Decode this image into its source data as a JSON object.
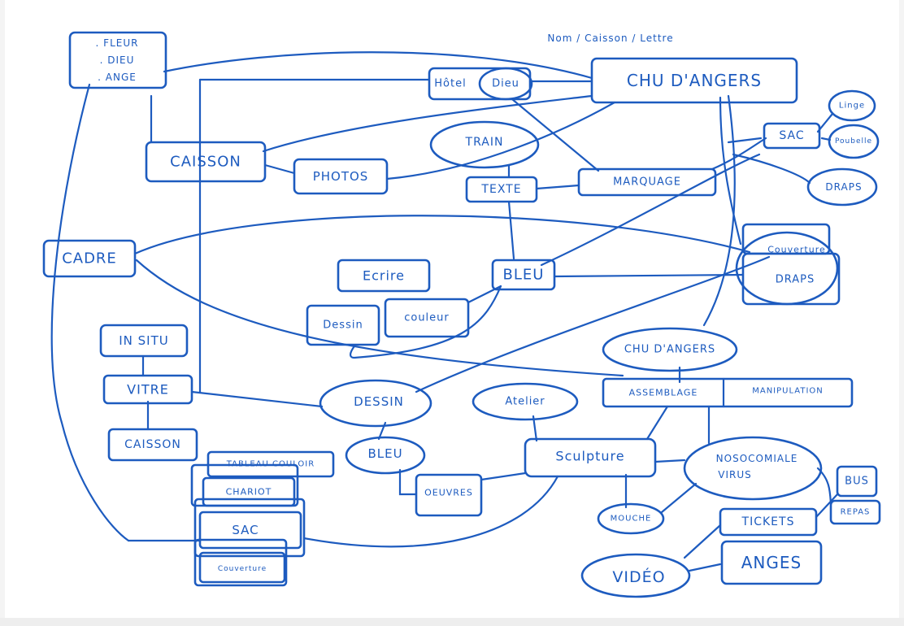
{
  "colors": {
    "ink": "#1d5bbf",
    "paper": "#ffffff"
  },
  "header_note": "Nom / Caisson / Lettre",
  "nodes": {
    "fleur_dieu_ange": {
      "lines": [
        ". FLEUR",
        ". DIEU",
        ". ANGE"
      ]
    },
    "chu_angers": "CHU D'ANGERS",
    "hotel_dieu_a": "Hôtel",
    "hotel_dieu_b": "Dieu",
    "caisson_top": "CAISSON",
    "photos": "PHOTOS",
    "train": "TRAIN",
    "texte": "TEXTE",
    "marquage": "MARQUAGE",
    "sac_right": "SAC",
    "linge": "Linge",
    "poubelle": "Poubelle",
    "draps_right": "DRAPS",
    "cadre": "CADRE",
    "couverture_right": "Couverture",
    "draps_mid": "DRAPS",
    "bleu_top": "BLEU",
    "ecrire": "Ecrire",
    "dessin_small": "Dessin",
    "couleur": "couleur",
    "in_situ": "IN SITU",
    "vitre": "VITRE",
    "caisson_left": "CAISSON",
    "chu_angers_2": "CHU D'ANGERS",
    "assemblage": "ASSEMBLAGE",
    "manipulation": "MANIPULATION",
    "dessin": "DESSIN",
    "bleu_bottom": "BLEU",
    "atelier": "Atelier",
    "sculpture": "Sculpture",
    "oeuvres": "OEUVRES",
    "nosocomiale": [
      "NOSOCOMIALE",
      "VIRUS"
    ],
    "mouche": "MOUCHE",
    "bus": "BUS",
    "repas": "REPAS",
    "tickets": "TICKETS",
    "video": "VIDÉO",
    "anges": "ANGES",
    "tableau_couloir": "TABLEAU COULOIR",
    "chariot": "CHARIOT",
    "sac_bottom": "SAC",
    "couverture_bottom": "Couverture"
  }
}
